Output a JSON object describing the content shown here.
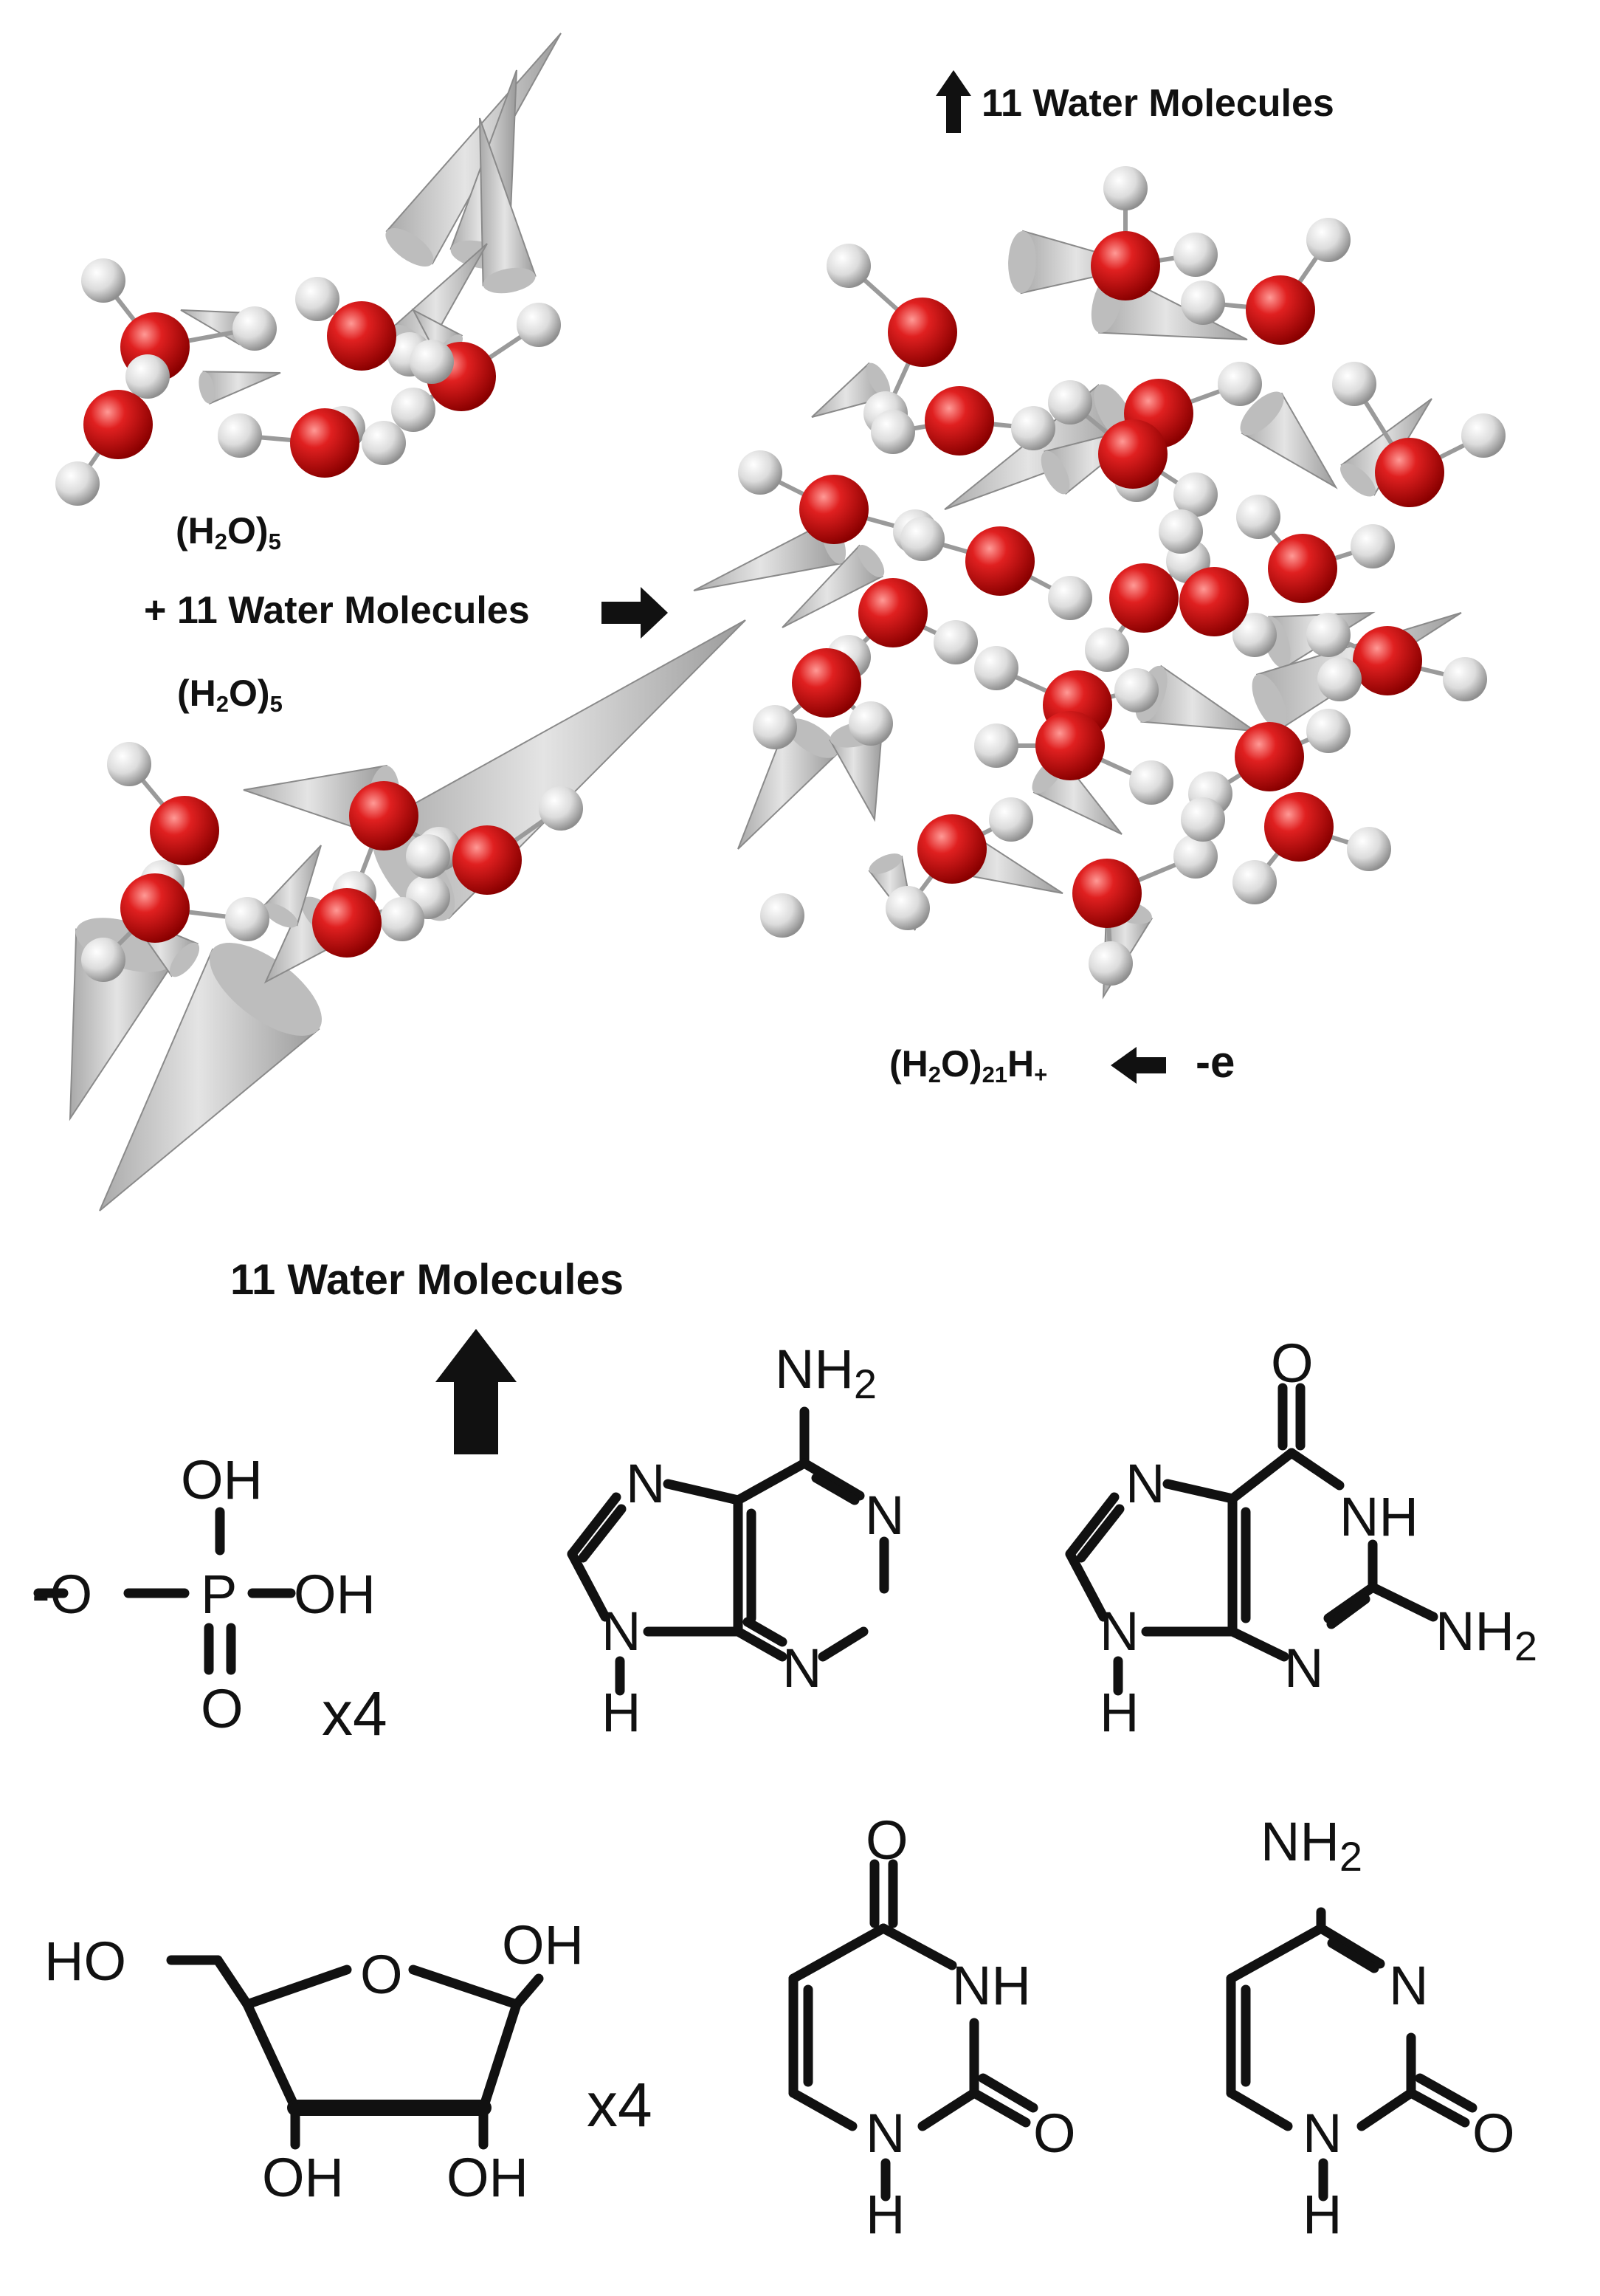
{
  "labels": {
    "top_right": "11 Water Molecules",
    "cluster_a": "(H2O)5",
    "add_water": "+ 11 Water Molecules",
    "cluster_b": "(H2O)5",
    "product": "(H2O)21H+",
    "electron": "-e",
    "bottom": "11 Water Molecules"
  },
  "structures": {
    "phosphate": {
      "atoms": [
        "-O",
        "P",
        "OH",
        "OH",
        "O"
      ],
      "multiplier": "x4"
    },
    "adenine": {
      "atoms": [
        "NH2",
        "N",
        "N",
        "N",
        "N",
        "H"
      ]
    },
    "guanine": {
      "atoms": [
        "O",
        "N",
        "NH",
        "N",
        "N",
        "NH2",
        "H"
      ]
    },
    "ribose": {
      "atoms": [
        "HO",
        "O",
        "OH",
        "OH",
        "OH"
      ],
      "multiplier": "x4"
    },
    "uracil": {
      "atoms": [
        "O",
        "NH",
        "N",
        "O",
        "H"
      ]
    },
    "cytosine": {
      "atoms": [
        "NH2",
        "N",
        "N",
        "O",
        "H"
      ]
    }
  },
  "colors": {
    "oxygen": "#d8131a",
    "hydrogen": "#e6e6e6",
    "cone": "#c8c8c8",
    "ink": "#111111"
  },
  "icons": [
    "arrow-up-icon",
    "arrow-right-icon",
    "arrow-left-icon"
  ]
}
